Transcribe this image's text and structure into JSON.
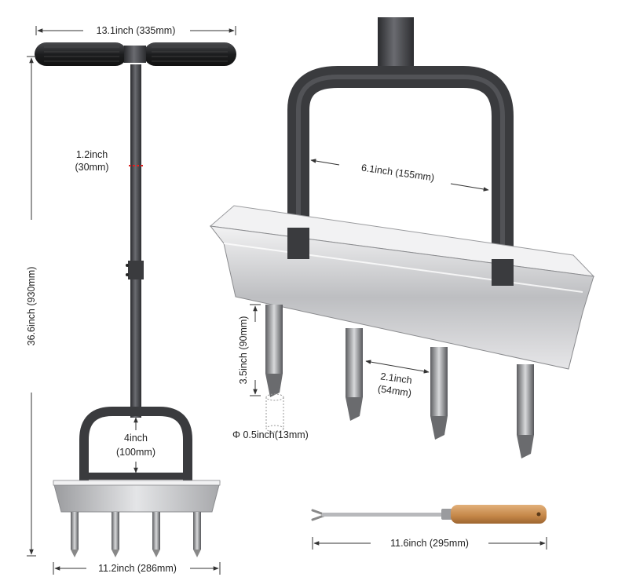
{
  "dimensions": {
    "handle_width": "13.1inch (335mm)",
    "shaft_diameter_line1": "1.2inch",
    "shaft_diameter_line2": "(30mm)",
    "total_height": "36.6inch (930mm)",
    "frame_height_line1": "4inch",
    "frame_height_line2": "(100mm)",
    "base_width": "11.2inch (286mm)",
    "frame_inner_width": "6.1inch (155mm)",
    "tine_length": "3.5inch (90mm)",
    "tine_spacing_line1": "2.1inch",
    "tine_spacing_line2": "(54mm)",
    "tine_diameter": "Φ 0.5inch(13mm)",
    "tool_length": "11.6inch (295mm)"
  },
  "colors": {
    "metal_dark": "#3a3b3e",
    "steel_light": "#d9dadc",
    "wood": "#c98e55",
    "accent_red": "#e02020"
  }
}
